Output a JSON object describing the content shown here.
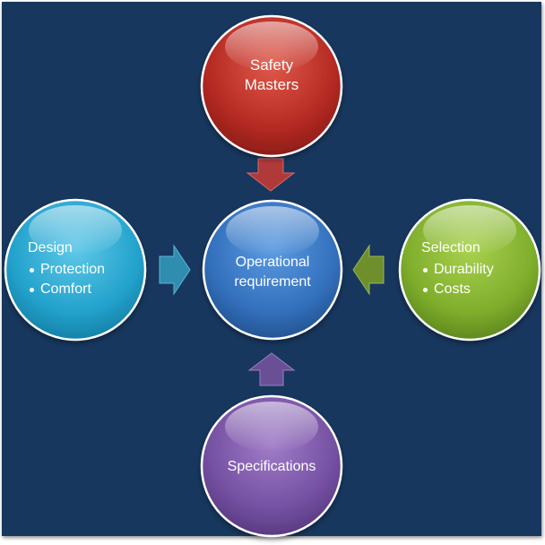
{
  "diagram": {
    "nodes": {
      "top": {
        "title": "Safety Masters",
        "title_line1": "Safety",
        "title_line2": "Masters",
        "color": "#c0392b"
      },
      "center": {
        "title_line1": "Operational",
        "title_line2": "requirement",
        "color": "#3a78c9"
      },
      "left": {
        "title": "Design",
        "bullets": [
          "Protection",
          "Comfort"
        ],
        "color": "#27a9d1"
      },
      "right": {
        "title": "Selection",
        "bullets": [
          "Durability",
          "Costs"
        ],
        "color": "#84b532"
      },
      "bottom": {
        "title": "Specifications",
        "color": "#7d57a8"
      }
    },
    "arrow_colors": {
      "top": "#b03a3a",
      "left": "#2f8db0",
      "right": "#6e8f2b",
      "bottom": "#6a4f94"
    },
    "background_color": "#17375e"
  }
}
